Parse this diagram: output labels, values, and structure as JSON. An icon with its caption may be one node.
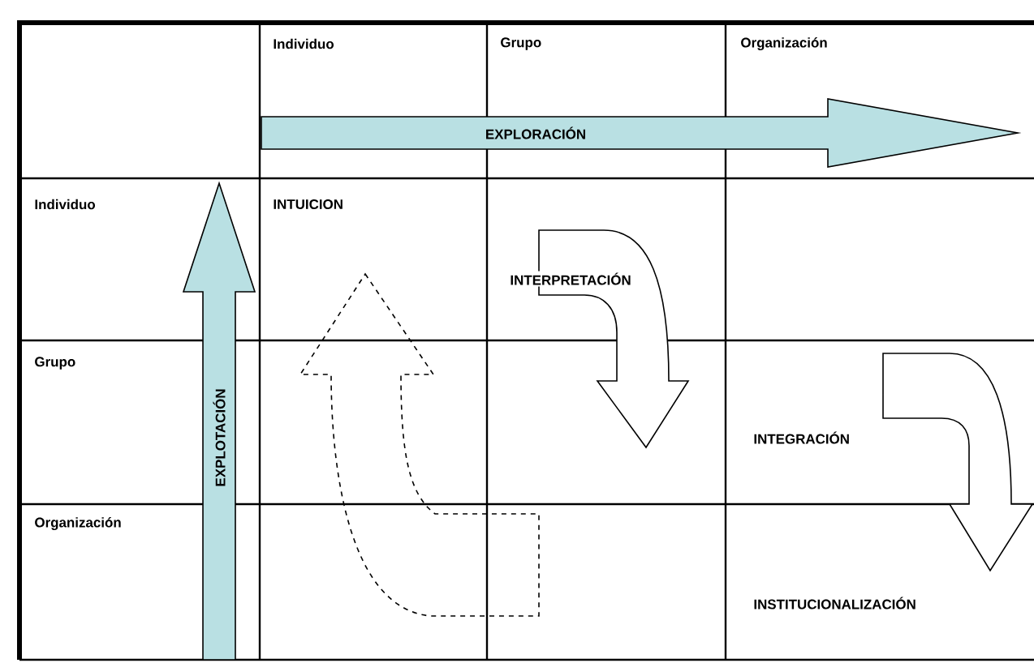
{
  "diagram": {
    "nodes": [
      {
        "text": [
          "EXPLORACIÓN"
        ]
      },
      {
        "text": [
          "EXPLOTACIÓN"
        ]
      }
    ],
    "labels": [
      "Individuo",
      "Grupo",
      "Organización",
      "Individuo",
      "INTUICION",
      "INTERPRETACIÓN",
      "Grupo",
      "INTEGRACIÓN",
      "Organización",
      "INSTITUCIONALIZACIÓN"
    ]
  }
}
